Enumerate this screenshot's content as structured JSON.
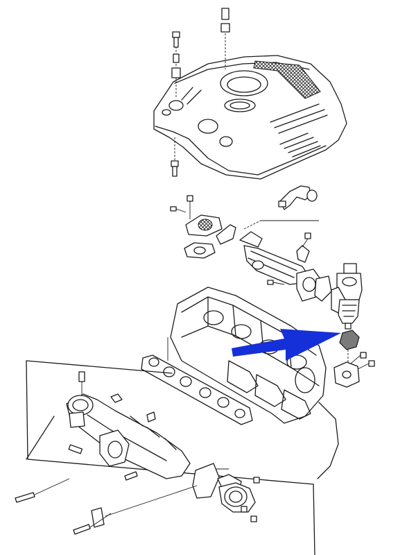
{
  "diagram": {
    "background": "#ffffff",
    "line_color": "#1a1a1a",
    "highlight": {
      "arrow_color": "#1530d8",
      "target_part_color": "#7a7a7a",
      "target_part": "egr-valve-gasket"
    },
    "parts": [
      "engine-cover",
      "cover-mounting-bolts",
      "egr-cooler-pipe",
      "egr-cooler",
      "egr-valve",
      "cylinder-head",
      "intake-manifold",
      "throttle-body"
    ]
  }
}
